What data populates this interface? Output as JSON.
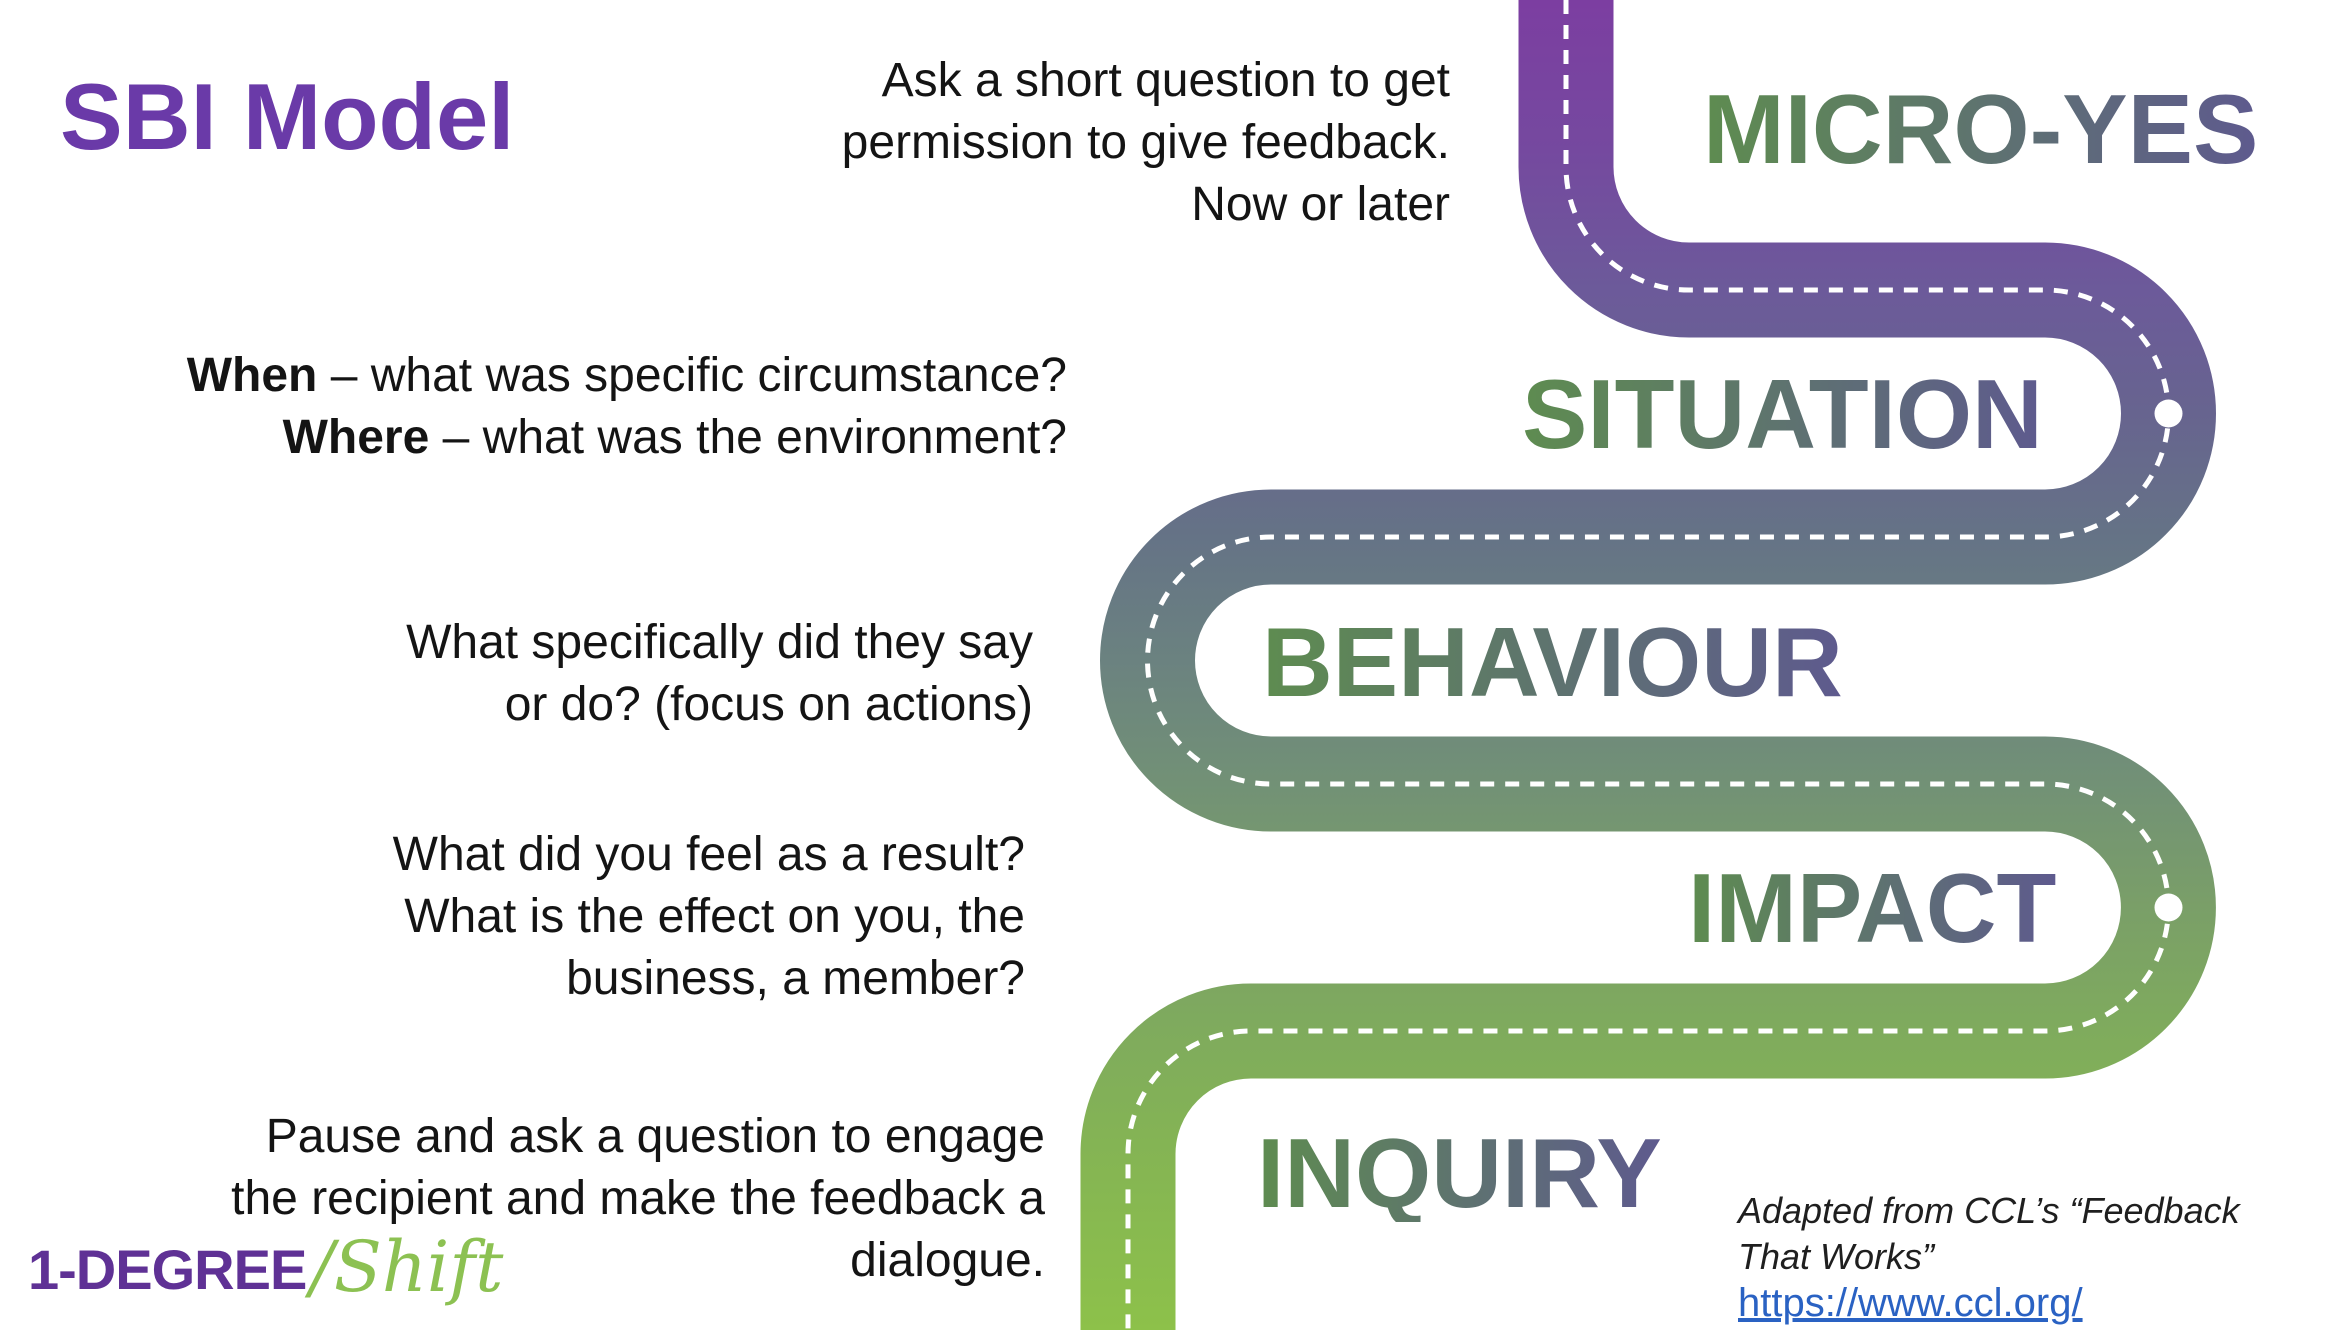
{
  "title": "SBI Model",
  "road": {
    "labels": [
      "MICRO-YES",
      "SITUATION",
      "BEHAVIOUR",
      "IMPACT",
      "INQUIRY"
    ],
    "gradient_top_color": "#7c3ea1",
    "gradient_bottom_color": "#8cc04b",
    "label_gradient_left": "#5e8c50",
    "label_gradient_right": "#5e5a8e",
    "centerline_color": "#ffffff"
  },
  "notes": {
    "micro_yes": {
      "line1": "Ask a short question to get",
      "line2": "permission to give feedback.",
      "line3": "Now or later"
    },
    "situation": {
      "line1_bold": "When",
      "line1_rest": " – what was specific circumstance?",
      "line2_bold": "Where",
      "line2_rest": " – what was the environment?"
    },
    "behaviour": {
      "line1": "What specifically did they say",
      "line2": "or do? (focus on actions)"
    },
    "impact": {
      "line1": "What did you feel as a result?",
      "line2": "What is the effect on you, the",
      "line3": "business, a member?"
    },
    "inquiry": {
      "line1": "Pause and ask a question to engage",
      "line2": "the recipient and make the feedback a",
      "line3": "dialogue."
    }
  },
  "logo": {
    "word": "1-DEGREE",
    "script": "/Shift",
    "word_color": "#5f3195",
    "script_color": "#8cc152"
  },
  "attribution": {
    "line1": "Adapted from CCL’s  “Feedback",
    "line2": "That Works”",
    "link": "https://www.ccl.org/"
  },
  "colors": {
    "title_purple": "#6a3aa8",
    "body_text": "#141414",
    "link_blue": "#2a62c3"
  }
}
